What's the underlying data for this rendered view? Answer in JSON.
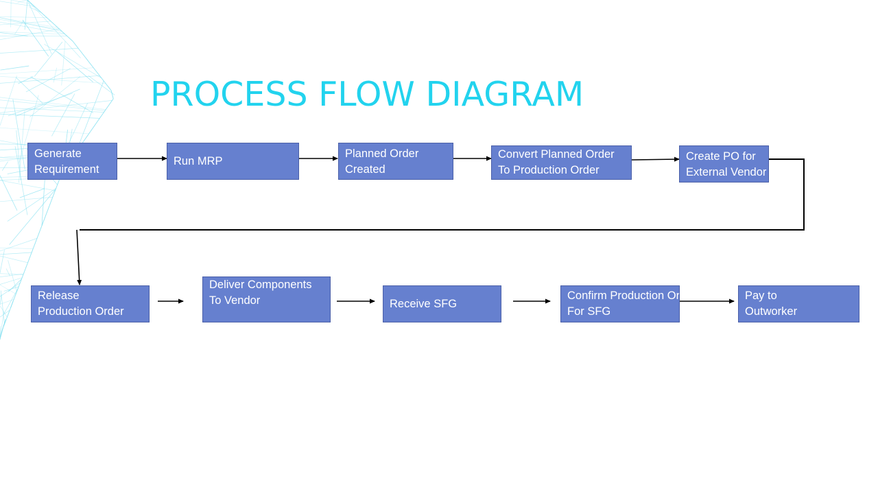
{
  "slide": {
    "title": "PROCESS FLOW DIAGRAM"
  },
  "colors": {
    "title": "#22d3ee",
    "node_fill": "#6680cf",
    "node_border": "#4a5fa8",
    "node_text": "#ffffff",
    "connector": "#000000",
    "mesh": "#7fdff0"
  },
  "flow": {
    "row1": [
      {
        "line1": "Generate",
        "line2": "Requirement"
      },
      {
        "line1": "Run MRP",
        "line2": ""
      },
      {
        "line1": "Planned Order",
        "line2": "Created"
      },
      {
        "line1": "Convert Planned Order",
        "line2": "To Production Order"
      },
      {
        "line1": "Create PO for",
        "line2": "External Vendor"
      }
    ],
    "row2": [
      {
        "line1": "Release",
        "line2": "Production Order"
      },
      {
        "line1": "Deliver Components",
        "line2": "To Vendor"
      },
      {
        "line1": "Receive SFG",
        "line2": ""
      },
      {
        "line1": "Confirm Production Order",
        "line2": "For SFG"
      },
      {
        "line1": "Pay to",
        "line2": "Outworker"
      }
    ]
  }
}
